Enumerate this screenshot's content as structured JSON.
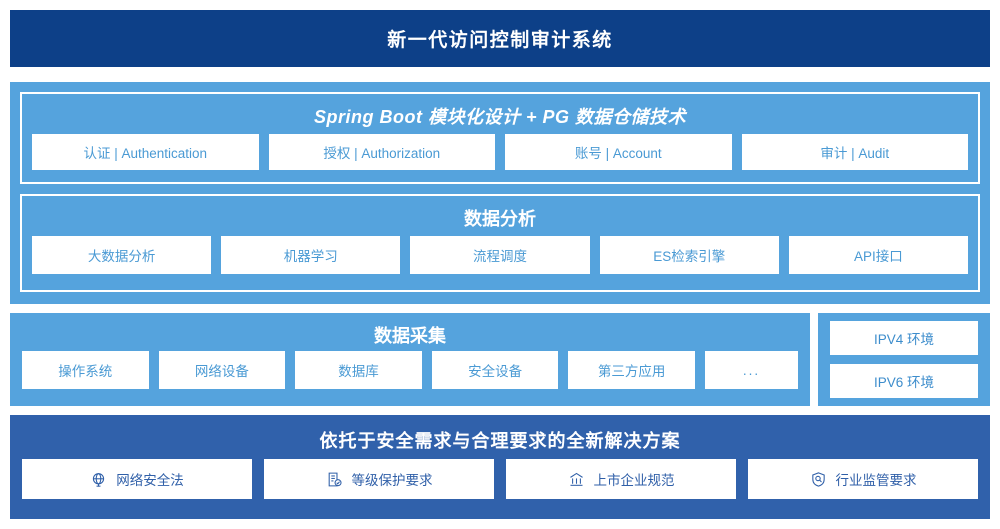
{
  "header": {
    "title": "新一代访问控制审计系统"
  },
  "app_layer": {
    "groups": [
      {
        "title": "Spring Boot 模块化设计 + PG 数据仓储技术",
        "cards": [
          "认证 | Authentication",
          "授权 | Authorization",
          "账号 | Account",
          "审计 | Audit"
        ]
      },
      {
        "title": "数据分析",
        "cards": [
          "大数据分析",
          "机器学习",
          "流程调度",
          "ES检索引擎",
          "API接口"
        ]
      }
    ]
  },
  "collect_layer": {
    "title": "数据采集",
    "cards": [
      "操作系统",
      "网络设备",
      "数据库",
      "安全设备",
      "第三方应用",
      "..."
    ]
  },
  "env_panel": {
    "cards": [
      "IPV4 环境",
      "IPV6 环境"
    ]
  },
  "compliance_layer": {
    "title": "依托于安全需求与合理要求的全新解决方案",
    "cards": [
      {
        "label": "网络安全法",
        "icon": "globe-icon"
      },
      {
        "label": "等级保护要求",
        "icon": "document-check-icon"
      },
      {
        "label": "上市企业规范",
        "icon": "bank-icon"
      },
      {
        "label": "行业监管要求",
        "icon": "shield-search-icon"
      }
    ]
  },
  "colors": {
    "header_bg": "#0d4088",
    "light_panel": "#55a3dd",
    "mid_panel": "#3061ab",
    "card_bg": "#ffffff",
    "light_text": "#4a9ad4",
    "mid_text": "#2f5fa8"
  }
}
